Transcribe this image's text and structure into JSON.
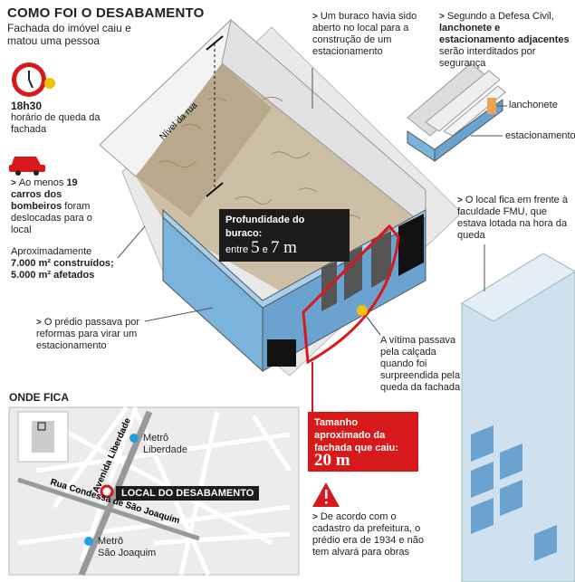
{
  "header": {
    "title": "COMO FOI O DESABAMENTO",
    "subtitle": "Fachada do imóvel caiu e matou uma pessoa"
  },
  "time": {
    "value": "18h30",
    "label": "horário de queda da fachada"
  },
  "firefighters": {
    "prefix": "Ao menos",
    "highlight": "19 carros dos bombeiros",
    "suffix": "foram deslocadas para o local"
  },
  "area": {
    "prefix": "Aproximadamente",
    "built": "7.000 m² construídos;",
    "affected": "5.000 m² afetados"
  },
  "reform": "O prédio passava por reformas para virar um estacionamento",
  "hole": "Um buraco havia sido aberto no local para a construção de um estacionamento",
  "civil_defense": {
    "prefix": "Segundo a Defesa Civil,",
    "highlight": "lanchonete e estacionamento adjacentes",
    "suffix": "serão interditados por segurança"
  },
  "labels": {
    "lanchonete": "lanchonete",
    "estacionamento": "estacionamento",
    "street_level": "Nível da rua"
  },
  "depth": {
    "label": "Profundidade do buraco:",
    "prefix": "entre",
    "min": "5",
    "conj": "e",
    "max": "7 m"
  },
  "location": "O local fica em frente à faculdade FMU, que estava lotada na hora da queda",
  "victim": "A vítima passava pela calçada quando foi surpreendida pela queda da fachada",
  "facade": {
    "label": "Tamanho aproximado da fachada que caiu:",
    "value": "20 m"
  },
  "registry": "De acordo com o cadastro da prefeitura, o prédio era de 1934 e não tem alvará para obras",
  "map": {
    "title": "ONDE FICA",
    "metro1_a": "Metrô",
    "metro1_b": "Liberdade",
    "metro2_a": "Metrô",
    "metro2_b": "São Joaquim",
    "street1": "Avenida Liberdade",
    "street2": "Rua Condessa de São Joaquim",
    "place": "LOCAL DO DESABAMENTO"
  },
  "colors": {
    "accent": "#d7191c",
    "building": "#7ab3dc",
    "ground": "#cdbfa5",
    "dark": "#1c1c1c"
  }
}
